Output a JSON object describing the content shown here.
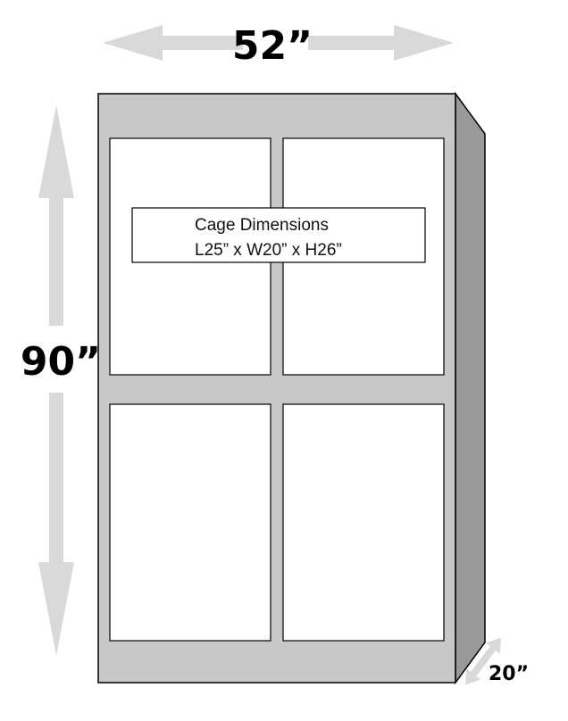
{
  "diagram": {
    "width_label": "52”",
    "height_label": "90”",
    "depth_label": "20”",
    "cage_label": {
      "title": "Cage Dimensions",
      "dimensions": "L25” x W20” x H26”"
    },
    "cage_count": 4,
    "colors": {
      "front": "#c8c8c8",
      "side": "#999999",
      "arrow": "#d9d9d9",
      "cage": "#ffffff"
    }
  }
}
